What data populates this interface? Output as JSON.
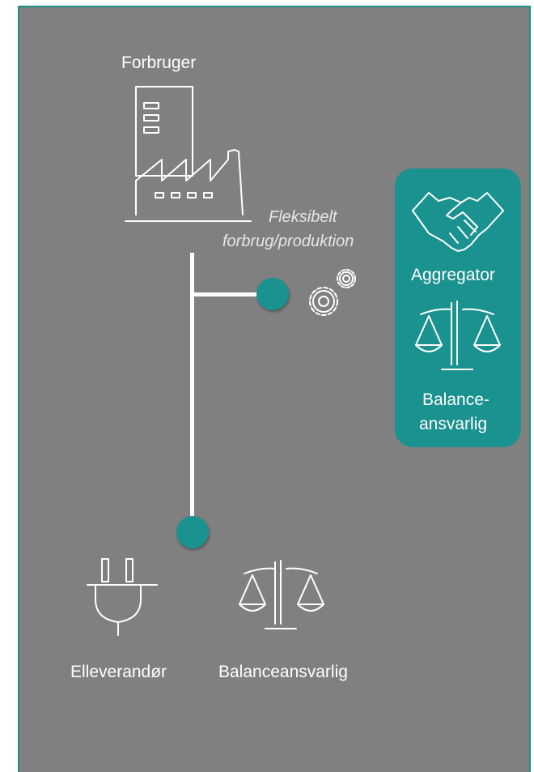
{
  "consumer_label": "Forbruger",
  "flex_label_line1": "Fleksibelt",
  "flex_label_line2": "forbrug/produktion",
  "aggregator_label": "Aggregator",
  "card_balance_line1": "Balance-",
  "card_balance_line2": "ansvarlig",
  "supplier_label": "Elleverandør",
  "balance_responsible_label": "Balanceansvarlig",
  "colors": {
    "accent": "#1a928f",
    "background": "#808080",
    "border": "#1a8f8c"
  },
  "icons": [
    "factory-icon",
    "gears-icon",
    "handshake-icon",
    "scale-icon",
    "plug-icon"
  ]
}
